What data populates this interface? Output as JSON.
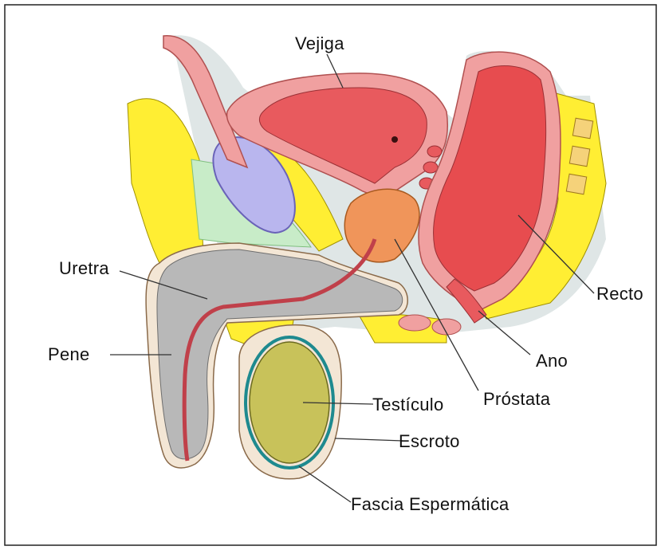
{
  "labels": {
    "vejiga": "Vejiga",
    "uretra": "Uretra",
    "recto": "Recto",
    "pene": "Pene",
    "ano": "Ano",
    "testiculo": "Testículo",
    "prostata": "Próstata",
    "escroto": "Escroto",
    "fascia": "Fascia Espermática"
  },
  "colors": {
    "bladder": "#e85a5e",
    "bladder_wall": "#f0a0a0",
    "rectum": "#e74c4f",
    "prostate": "#f0955a",
    "fat": "#ffee33",
    "penis": "#b8b8b8",
    "testis": "#c8c25a",
    "pubic_bone": "#b9b6ee",
    "muscle": "#c8ecc8",
    "fascia": "#1e8a8f"
  }
}
